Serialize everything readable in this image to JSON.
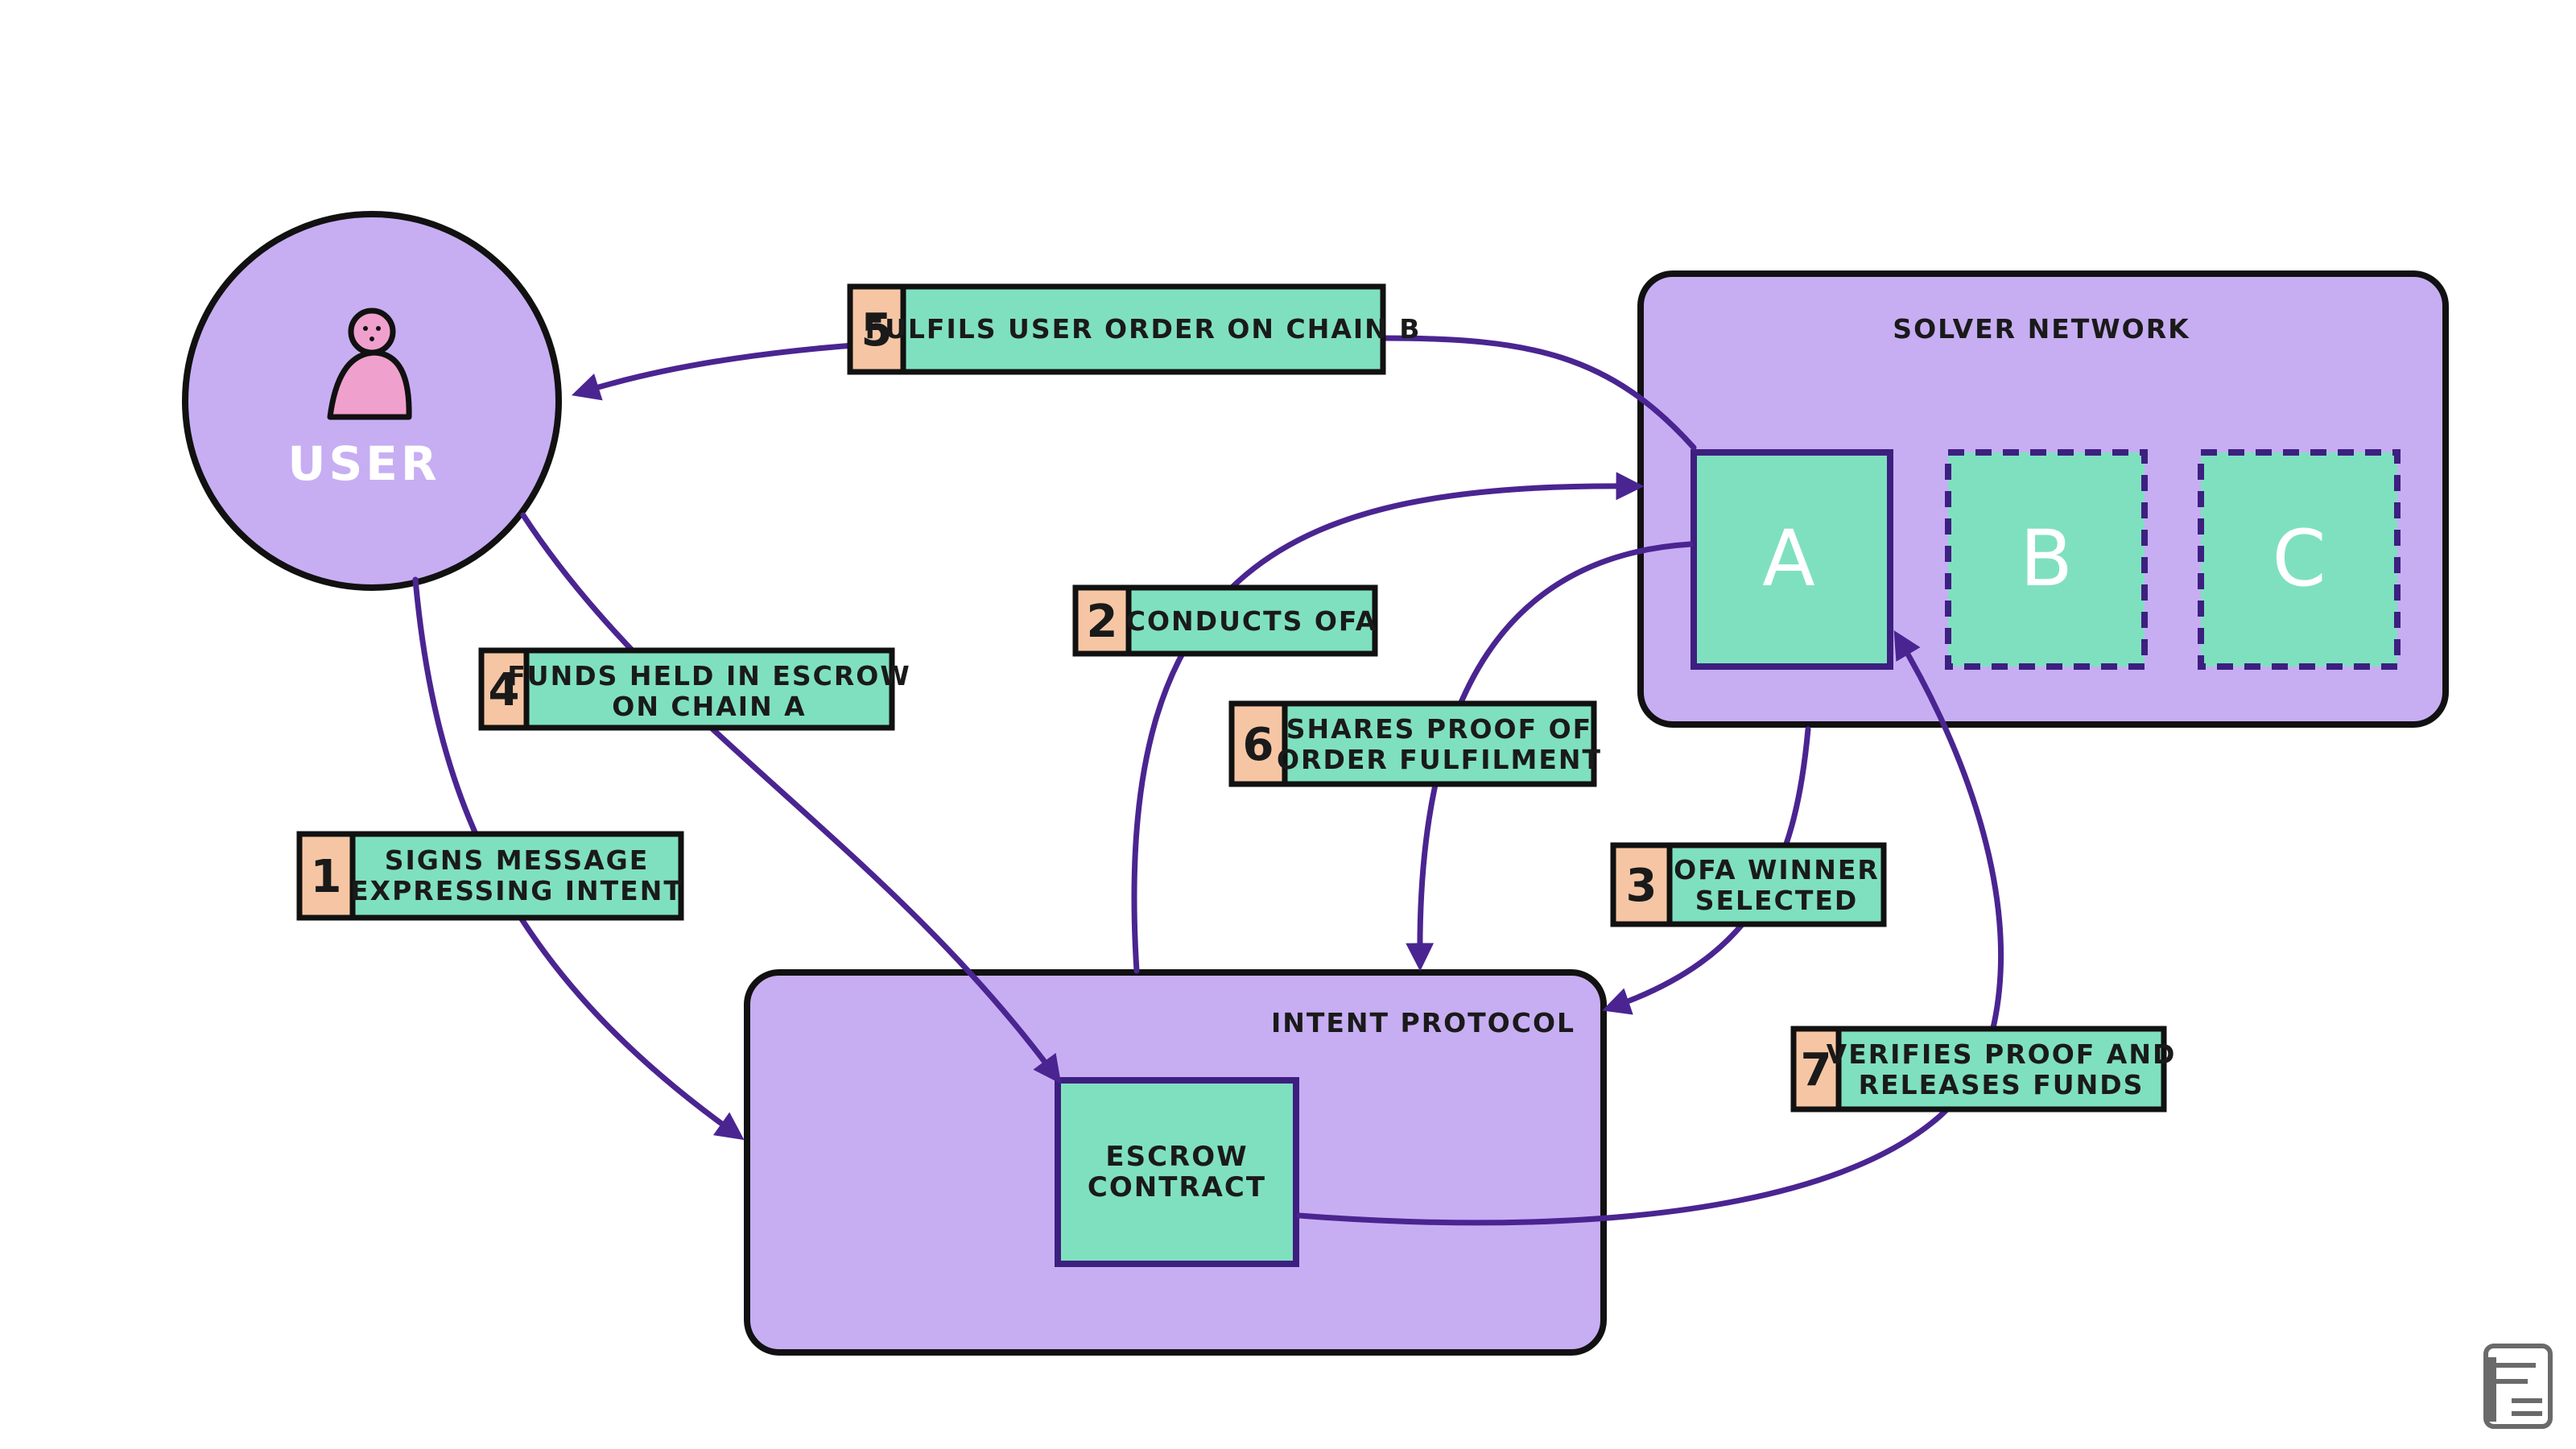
{
  "colors": {
    "purple_fill": "#c7aef3",
    "teal_fill": "#7fe0c0",
    "badge_fill": "#f6c6a4",
    "arrow": "#4a2591",
    "stroke": "#111111",
    "user_figure": "#f0a0cc",
    "logo": "#6a6a6a"
  },
  "nodes": {
    "user_label": "USER",
    "solver_network": "SOLVER NETWORK",
    "intent_protocol": "INTENT PROTOCOL",
    "escrow_line1": "ESCROW",
    "escrow_line2": "CONTRACT",
    "solver_a": "A",
    "solver_b": "B",
    "solver_c": "C"
  },
  "steps": [
    {
      "num": "1",
      "line1": "SIGNS MESSAGE",
      "line2": "EXPRESSING INTENT"
    },
    {
      "num": "2",
      "line1": "CONDUCTS OFA",
      "line2": ""
    },
    {
      "num": "3",
      "line1": "OFA WINNER",
      "line2": "SELECTED"
    },
    {
      "num": "4",
      "line1": "FUNDS HELD IN ESCROW",
      "line2": "ON CHAIN A"
    },
    {
      "num": "5",
      "line1": "FULFILS USER ORDER ON CHAIN B",
      "line2": ""
    },
    {
      "num": "6",
      "line1": "SHARES PROOF OF",
      "line2": "ORDER FULFILMENT"
    },
    {
      "num": "7",
      "line1": "VERIFIES PROOF AND",
      "line2": "RELEASES FUNDS"
    }
  ],
  "logo_icon": "publisher-mark-icon"
}
